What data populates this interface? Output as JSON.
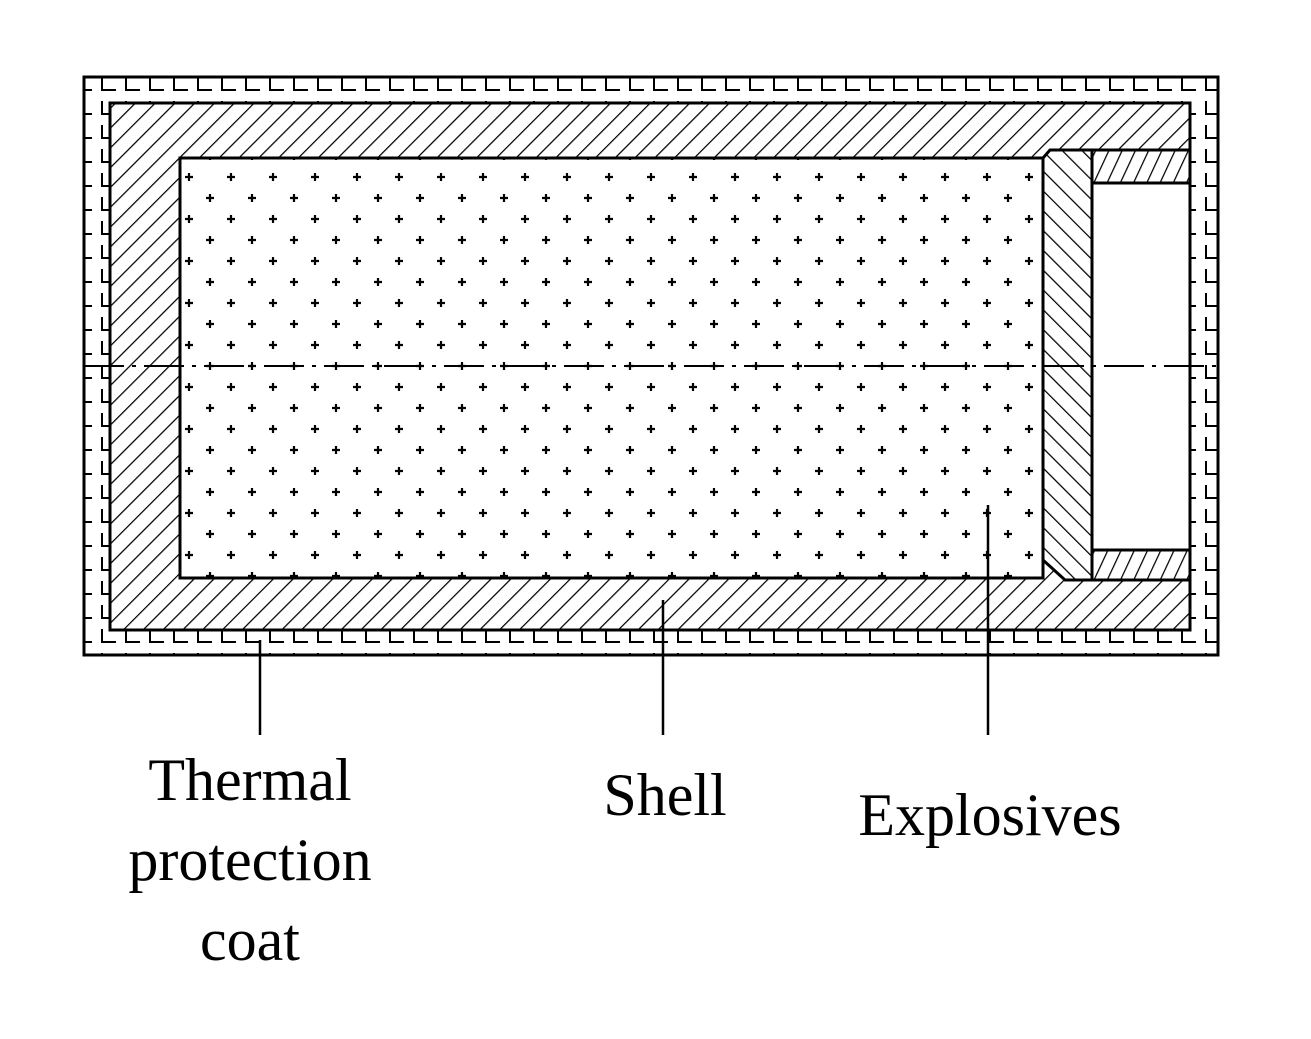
{
  "labels": {
    "thermal_line1": "Thermal",
    "thermal_line2": "protection",
    "thermal_line3": "coat",
    "shell": "Shell",
    "explosives": "Explosives"
  },
  "colors": {
    "stroke": "#000000",
    "background": "#ffffff"
  }
}
